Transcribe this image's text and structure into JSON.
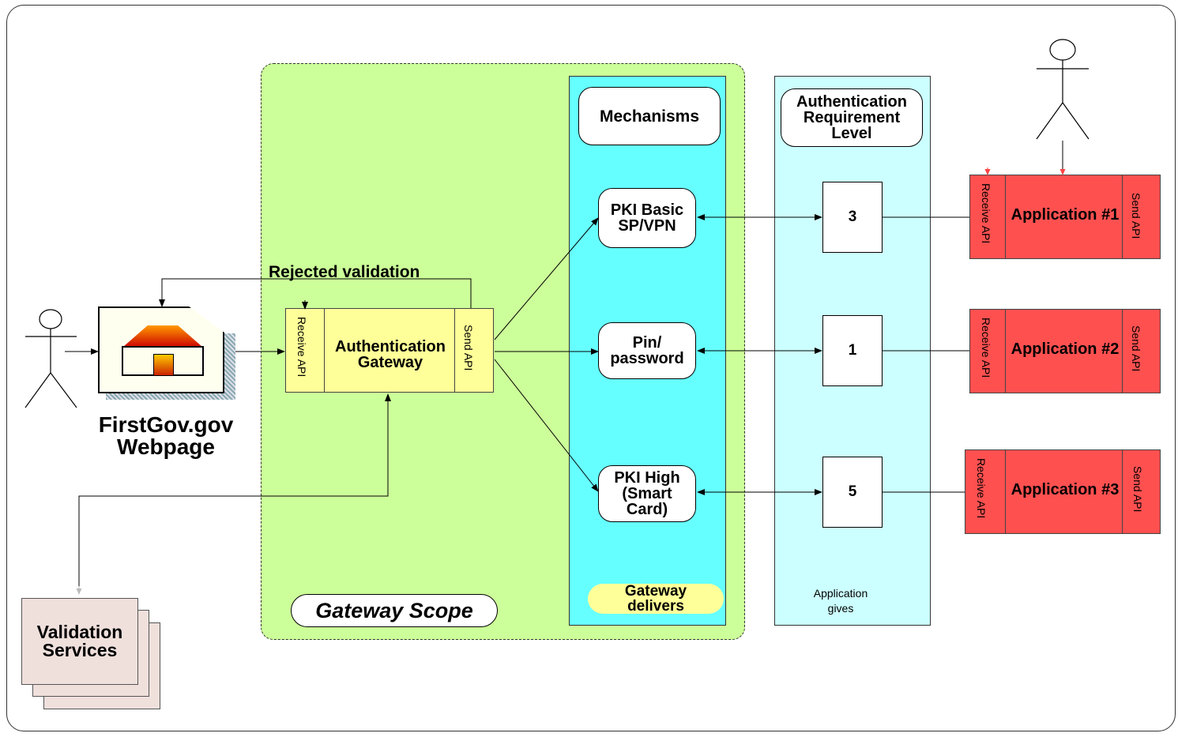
{
  "gateway_scope_label": "Gateway Scope",
  "mechanisms": {
    "header": "Mechanisms",
    "items": [
      "PKI Basic SP/VPN",
      "Pin/ password",
      "PKI High (Smart Card)"
    ],
    "footer": "Gateway delivers"
  },
  "auth_level": {
    "header": "Authentication Requirement Level",
    "levels": [
      "3",
      "1",
      "5"
    ],
    "footer": "Application gives"
  },
  "gateway": {
    "title": "Authentication Gateway",
    "receive_api": "Receive API",
    "send_api": "Send API"
  },
  "rejected_label": "Rejected validation",
  "webpage_label": "FirstGov.gov Webpage",
  "validation_label": "Validation Services",
  "applications": [
    {
      "title": "Application #1",
      "receive_api": "Receive API",
      "send_api": "Send API"
    },
    {
      "title": "Application #2",
      "receive_api": "Receive API",
      "send_api": "Send API"
    },
    {
      "title": "Application #3",
      "receive_api": "Receive API",
      "send_api": "Send API"
    }
  ]
}
